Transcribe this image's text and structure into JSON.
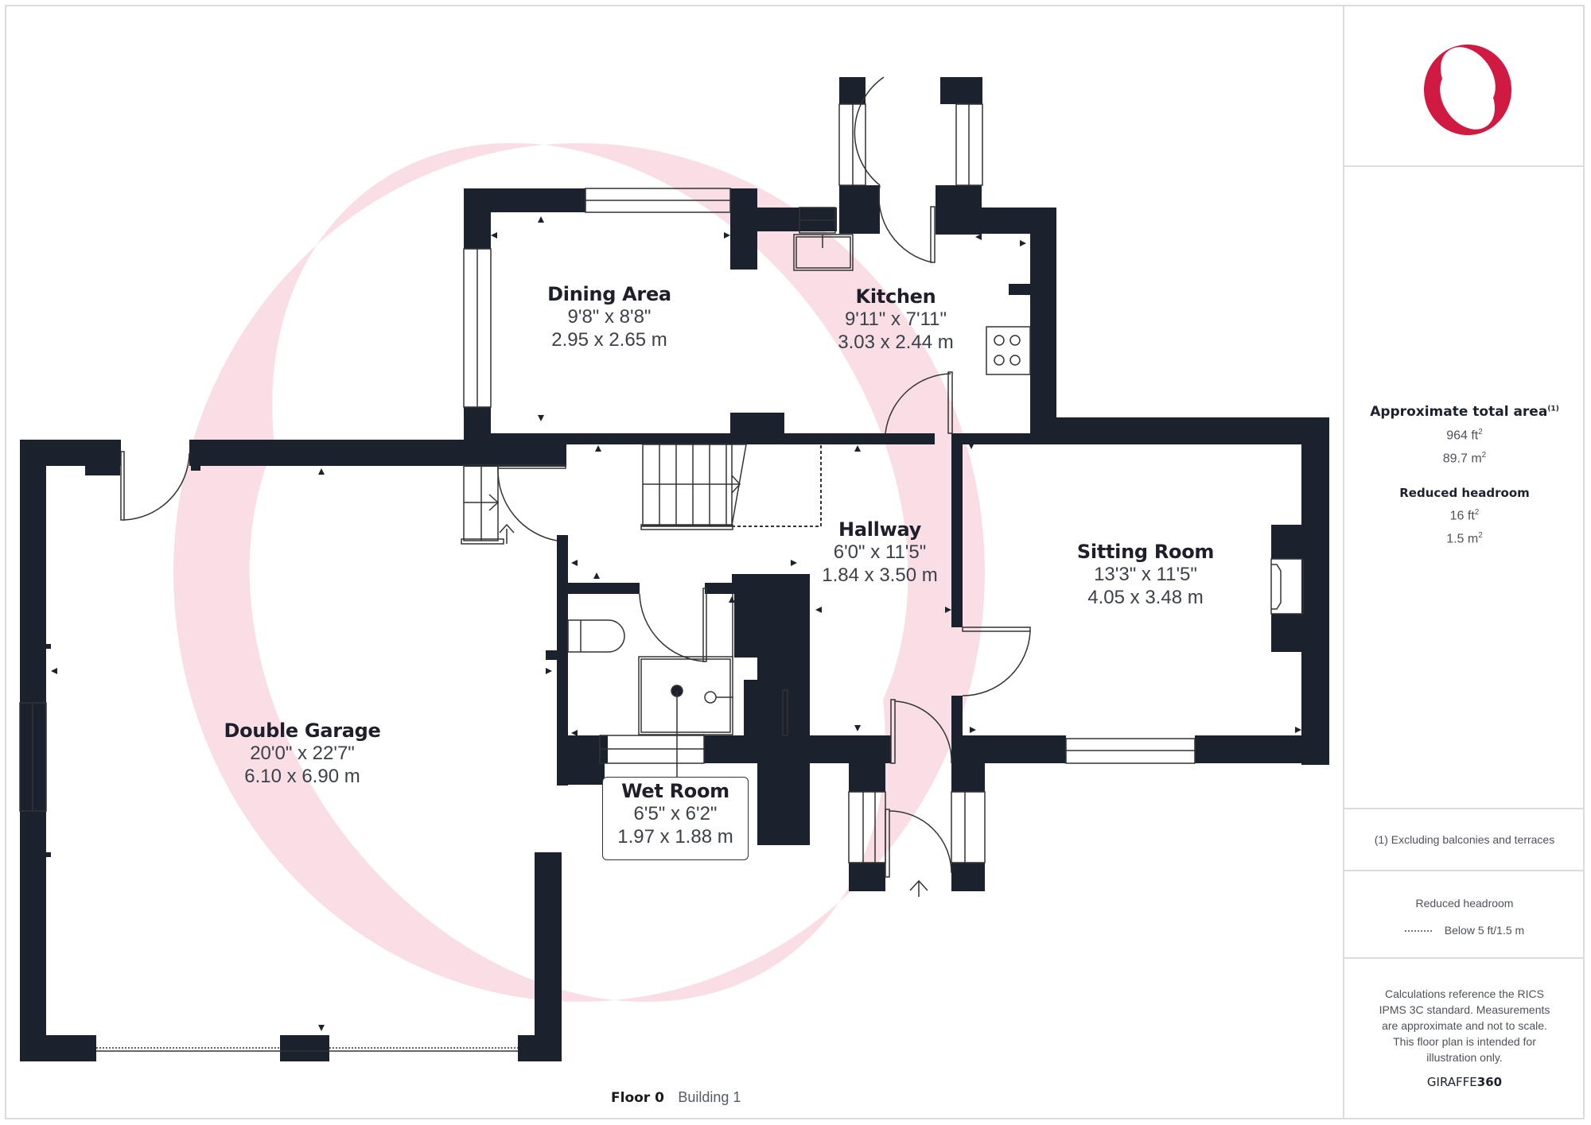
{
  "floor": {
    "label": "Floor 0",
    "building": "Building 1"
  },
  "rooms": [
    {
      "name": "Dining Area",
      "imperial": "9'8\" x 8'8\"",
      "metric": "2.95 x 2.65 m"
    },
    {
      "name": "Kitchen",
      "imperial": "9'11\" x 7'11\"",
      "metric": "3.03 x 2.44 m"
    },
    {
      "name": "Hallway",
      "imperial": "6'0\" x 11'5\"",
      "metric": "1.84 x 3.50 m"
    },
    {
      "name": "Sitting Room",
      "imperial": "13'3\" x 11'5\"",
      "metric": "4.05 x 3.48 m"
    },
    {
      "name": "Double Garage",
      "imperial": "20'0\" x 22'7\"",
      "metric": "6.10 x 6.90 m"
    },
    {
      "name": "Wet Room",
      "imperial": "6'5\" x 6'2\"",
      "metric": "1.97 x 1.88 m"
    }
  ],
  "summary": {
    "total_area_title": "Approximate total area",
    "total_area_footnote": "(1)",
    "total_area_ft": "964 ft",
    "total_area_m": "89.7 m",
    "reduced_headroom_title": "Reduced headroom",
    "reduced_headroom_ft": "16 ft",
    "reduced_headroom_m": "1.5 m",
    "squared_symbol": "2"
  },
  "footnote": "(1) Excluding balconies and terraces",
  "legend": {
    "title": "Reduced headroom",
    "item_label": "Below 5 ft/1.5 m",
    "item_icon": "dotted-line"
  },
  "disclaimer": "Calculations reference the RICS IPMS 3C standard. Measurements are approximate and not to scale. This floor plan is intended for illustration only.",
  "brand": {
    "prefix": "GIRAFFE",
    "suffix": "360"
  },
  "colors": {
    "wall": "#1b222d",
    "watermark": "#f9dfe5",
    "logo": "#d11a42",
    "border": "#dcdcdc"
  }
}
